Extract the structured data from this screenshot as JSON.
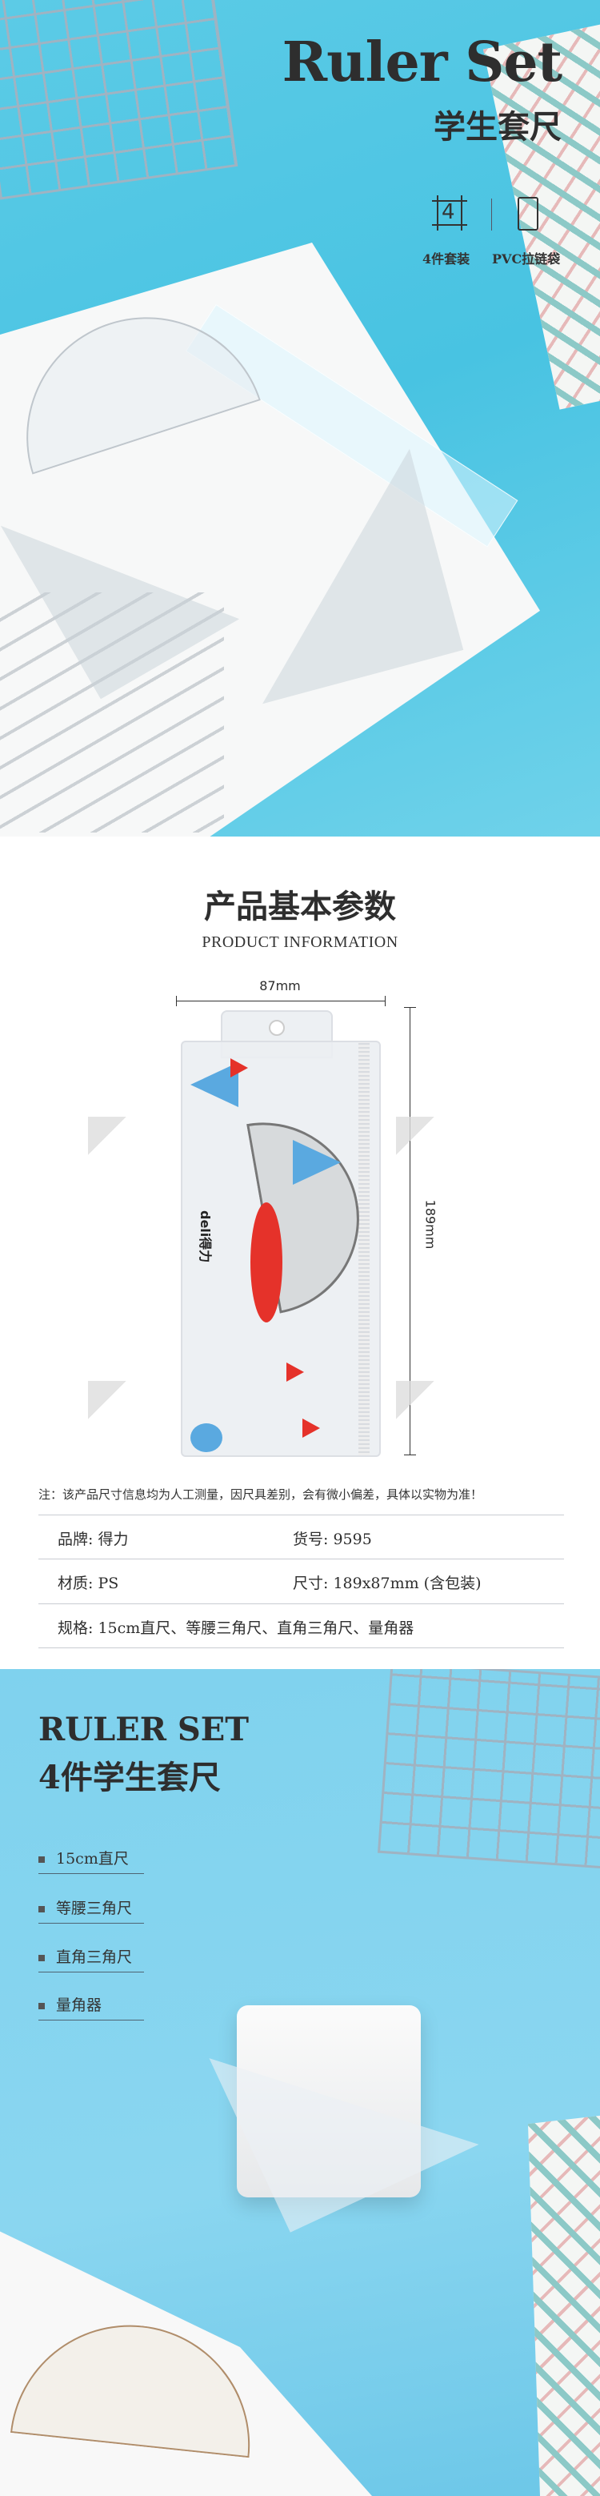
{
  "hero": {
    "title": "Ruler Set",
    "subtitle": "学生套尺",
    "features": [
      {
        "icon": "four-piece-icon",
        "glyph": "4",
        "label": "4件套装"
      },
      {
        "icon": "pvc-bag-icon",
        "label": "PVC拉链袋"
      }
    ]
  },
  "info": {
    "title": "产品基本参数",
    "subtitle": "PRODUCT INFORMATION",
    "width_label": "87mm",
    "height_label": "189mm",
    "note": "注：该产品尺寸信息均为人工测量，因尺具差别，会有微小偏差，具体以实物为准！",
    "rows": [
      [
        "品牌: 得力",
        "货号: 9595"
      ],
      [
        "材质: PS",
        "尺寸: 189x87mm (含包装)"
      ],
      [
        "规格: 15cm直尺、等腰三角尺、直角三角尺、量角器"
      ]
    ],
    "brand_mark": "deli得力"
  },
  "set": {
    "title": "RULER SET",
    "subtitle": "4件学生套尺",
    "items": [
      "15cm直尺",
      "等腰三角尺",
      "直角三角尺",
      "量角器"
    ]
  },
  "colors": {
    "sky": "#4fc6e3",
    "accent_red": "#e5322a",
    "text": "#2e2e2e"
  }
}
